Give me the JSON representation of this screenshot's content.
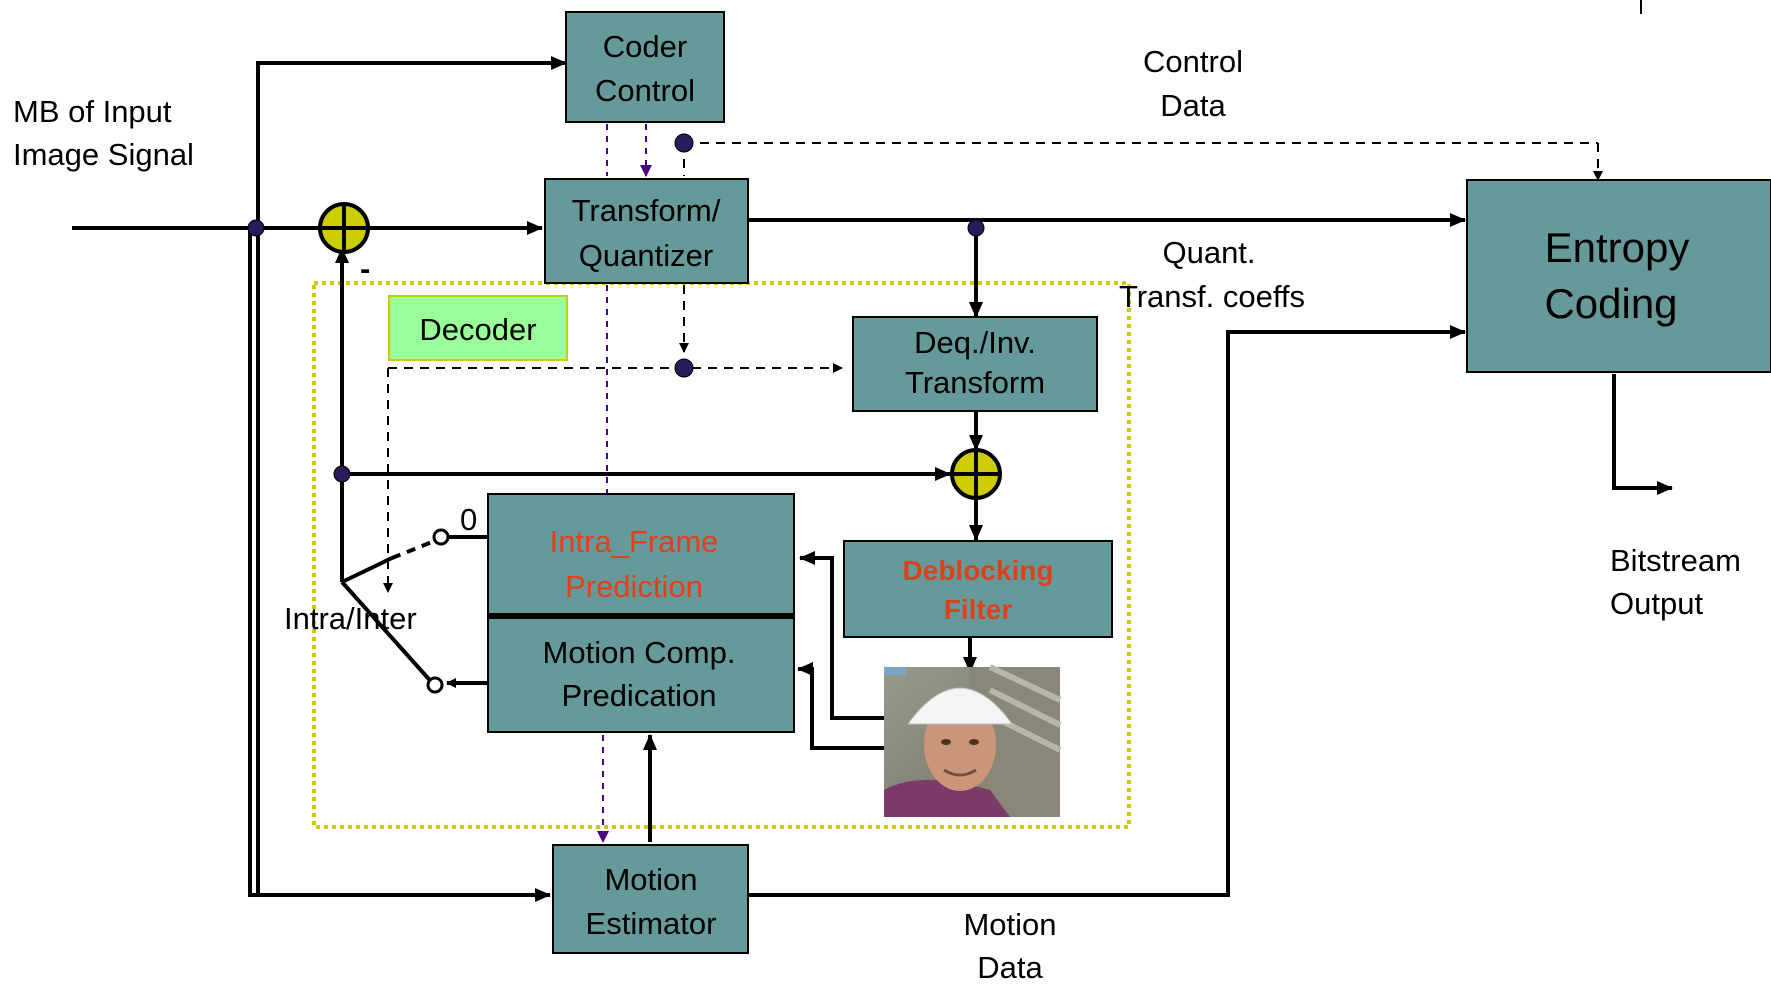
{
  "blocks": {
    "coder_control": [
      "Coder",
      "Control"
    ],
    "transform": [
      "Transform/",
      "Quantizer"
    ],
    "deq": [
      "Deq./Inv.",
      "Transform"
    ],
    "entropy": [
      "Entropy",
      "Coding"
    ],
    "intra": [
      "Intra_Frame",
      "Prediction"
    ],
    "motion_comp": [
      "Motion Comp.",
      "Predication"
    ],
    "deblock": [
      "Deblocking",
      "Filter"
    ],
    "motion_est": [
      "Motion",
      "Estimator"
    ],
    "decoder": "Decoder"
  },
  "labels": {
    "input": [
      "MB of  Input",
      "Image Signal"
    ],
    "control_data": [
      "Control",
      "Data"
    ],
    "quant": [
      "Quant.",
      "Transf. coeffs"
    ],
    "bitstream": [
      "Bitstream",
      "Output"
    ],
    "motion_data": [
      "Motion",
      "Data"
    ],
    "intra_inter": "Intra/Inter",
    "zero": "0",
    "minus": "-"
  },
  "colors": {
    "block": "#669999",
    "decoder_bg": "#99ff99",
    "decoder_border": "#cccc00",
    "adder": "#cccc00",
    "red_text": "#e0401a"
  },
  "icons": {
    "frame": "reference-frame-photo"
  }
}
